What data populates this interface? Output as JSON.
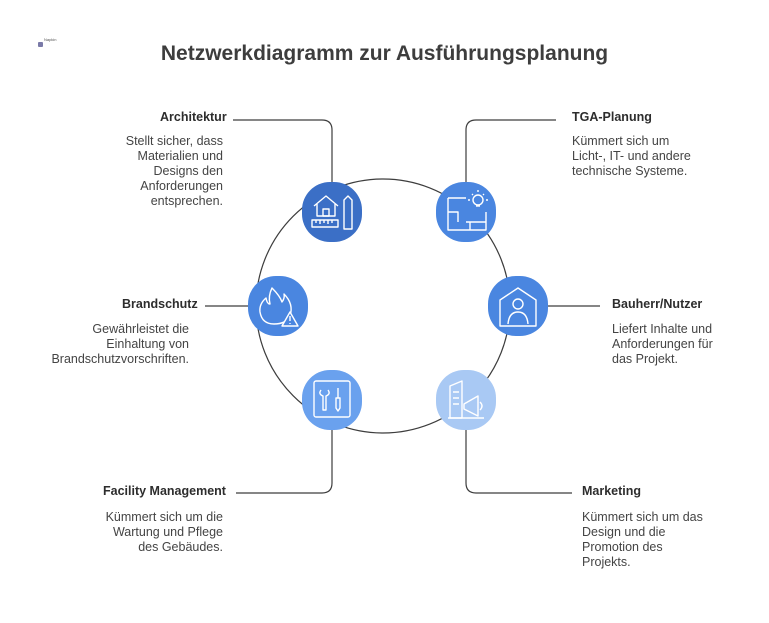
{
  "logo": {
    "text": "Napkin"
  },
  "title": "Netzwerkdiagramm zur Ausführungsplanung",
  "colors": {
    "ring": "#3d3d3d",
    "node_dark": "#3b6fc6",
    "node_mid": "#4a86e0",
    "node_light": "#6aa1ee",
    "node_pale": "#a9c9f4"
  },
  "nodes": [
    {
      "id": "architektur",
      "icon": "house-ruler-pencil-icon",
      "heading": "Architektur",
      "lines": [
        "Stellt sicher, dass",
        "Materialien und",
        "Designs den",
        "Anforderungen",
        "entsprechen."
      ]
    },
    {
      "id": "tga",
      "icon": "floorplan-lightbulb-icon",
      "heading": "TGA-Planung",
      "lines": [
        "Kümmert sich um",
        "Licht-, IT- und andere",
        "technische Systeme."
      ]
    },
    {
      "id": "bauherr",
      "icon": "person-house-icon",
      "heading": "Bauherr/Nutzer",
      "lines": [
        "Liefert Inhalte und",
        "Anforderungen für",
        "das Projekt."
      ]
    },
    {
      "id": "marketing",
      "icon": "building-megaphone-icon",
      "heading": "Marketing",
      "lines": [
        "Kümmert sich um das",
        "Design und die",
        "Promotion des",
        "Projekts."
      ]
    },
    {
      "id": "facility",
      "icon": "tools-panel-icon",
      "heading": "Facility Management",
      "lines": [
        "Kümmert sich um die",
        "Wartung und Pflege",
        "des Gebäudes."
      ]
    },
    {
      "id": "brandschutz",
      "icon": "fire-warning-icon",
      "heading": "Brandschutz",
      "lines": [
        "Gewährleistet die",
        "Einhaltung von",
        "Brandschutzvorschriften."
      ]
    }
  ]
}
